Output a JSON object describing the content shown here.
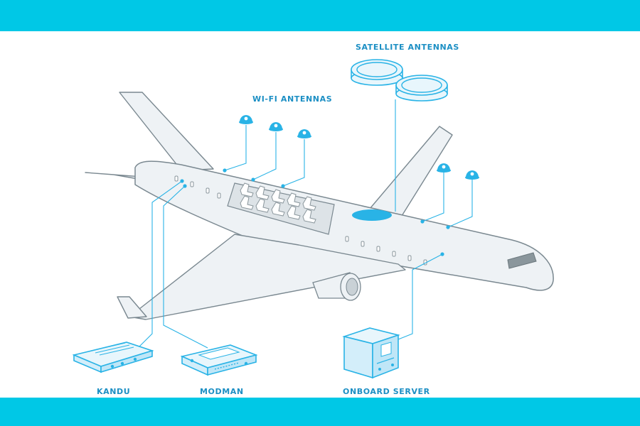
{
  "colors": {
    "band": "#00c8e6",
    "accent": "#29b3e6",
    "plane_fill": "#eef2f5",
    "plane_stroke": "#7a8890"
  },
  "labels": {
    "satellite_antennas": "SATELLITE ANTENNAS",
    "wifi_antennas": "WI-FI ANTENNAS",
    "kandu": "KANDU",
    "modman": "MODMAN",
    "onboard_server": "ONBOARD SERVER"
  }
}
